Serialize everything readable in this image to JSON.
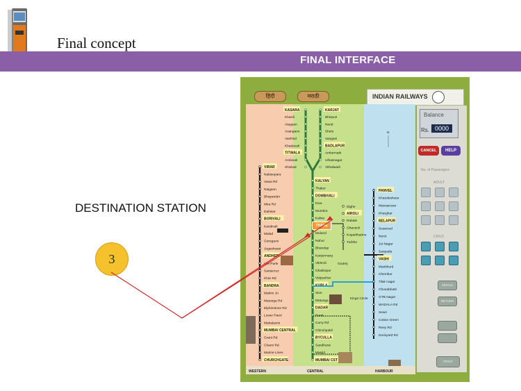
{
  "slide": {
    "title": "Final concept",
    "banner": "FINAL INTERFACE",
    "label": "DESTINATION STATION",
    "step": "3",
    "colors": {
      "banner": "#8a5fa8",
      "badge": "#f5c12c",
      "arrow": "#d02a2a"
    }
  },
  "kiosk": {
    "languages": [
      "हिंदी",
      "मराठी"
    ],
    "brand": "INDIAN RAILWAYS",
    "balance_label": "Balance",
    "currency": "Rs.",
    "balance": "0000",
    "cancel": "CANCEL",
    "help": "HELP",
    "passengers_label": "No. of Passengers",
    "adult_label": "ADULT",
    "child_label": "CHILD",
    "single": "SINGLE",
    "return": "RETURN",
    "print": "PRINT"
  },
  "map": {
    "line_labels": [
      "WESTERN",
      "CENTRAL",
      "HARBOUR"
    ],
    "kasara_branch": [
      "KASARA",
      "Khardi",
      "Atagaon",
      "Asangaon",
      "Vashind",
      "Khadavali",
      "TITWALA",
      "Ambivali",
      "Shahad"
    ],
    "karjat_branch": [
      "KARJAT",
      "Bhivpuri",
      "Neral",
      "Shelu",
      "Vangani",
      "BADLAPUR",
      "Ambernath",
      "Ulhasnagar",
      "Vithalwadi"
    ],
    "central": [
      "KALYAN",
      "Thakur",
      "DOMBIVALI",
      "Diva",
      "Mumbra",
      "Kalwa",
      "THANE",
      "Mulund",
      "Nahur",
      "Bhandup",
      "Kanjurmarg",
      "Vikhroli",
      "Ghatkopar",
      "Vidyavihar",
      "KURLA",
      "Sion",
      "Matunga",
      "DADAR",
      "Parel",
      "Curry Rd",
      "Chinchpokli",
      "BYCULLA",
      "Sandhurst",
      "Masjid",
      "MUMBAI CST"
    ],
    "western": [
      "VIRAR",
      "Nalasopara",
      "Vasai Rd",
      "Naigaon",
      "Bhayander",
      "Mira Rd",
      "Dahisar",
      "BORIVALI",
      "Kandivali",
      "Malad",
      "Goregaon",
      "Jogeshwari",
      "ANDHERI",
      "Vile Parle",
      "Santacruz",
      "Khar Rd",
      "BANDRA",
      "Mahim Jn",
      "Matunga Rd",
      "Elphinstone Rd",
      "Lower Parel",
      "Mahalaxmi",
      "MUMBAI CENTRAL",
      "Grant Rd",
      "Charni Rd",
      "Marine Lines",
      "CHURCHGATE"
    ],
    "trans_harbour": [
      "Dighe",
      "AIROLI",
      "Rabale",
      "Ghansoli",
      "Koparkhairne",
      "Turbhe"
    ],
    "harbour": [
      "PANVEL",
      "Khandeshwar",
      "Mansarovar",
      "Kharghar",
      "BELAPUR",
      "Seawood",
      "Nerul",
      "Jui Nagar",
      "Sanpada",
      "VASHI",
      "Mankhurd",
      "Chembur",
      "Tilak nagar",
      "Chunabhatti",
      "GTB Nagar",
      "WADALA Rd",
      "Sewri",
      "Cotton Green",
      "Reey Rd",
      "Dockyard Rd"
    ],
    "kings_circle": "Kings Circle",
    "compass": "N",
    "hotel_badge": "Hotel",
    "godrej_badge": "Godrej",
    "selected": "THANE",
    "colors": {
      "western": "#f8ccae",
      "central": "#c7e08b",
      "harbour": "#bfe0ee",
      "track": "#2e7a3a",
      "harbour_track": "#2aa0d8"
    }
  }
}
